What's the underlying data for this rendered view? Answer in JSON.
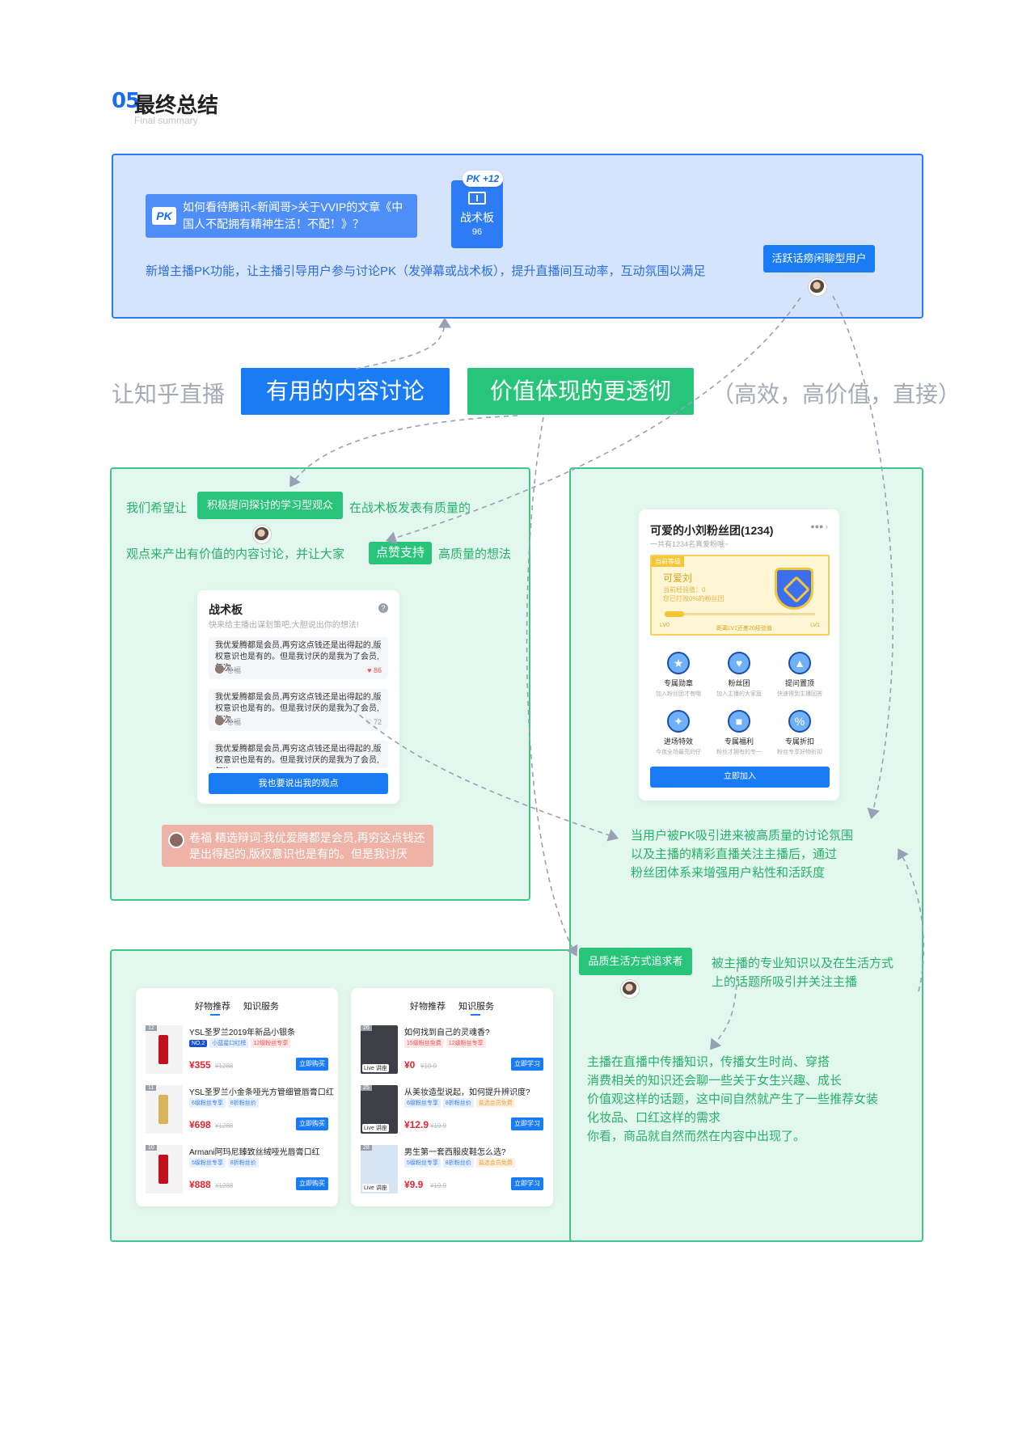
{
  "header": {
    "num": "05",
    "title": "最终总结",
    "subtitle": "Final summary"
  },
  "blue": {
    "pk_badge": "PK",
    "banner": "如何看待腾讯<新闻哥>关于VVIP的文章《中国人不配拥有精神生活！不配！》？",
    "pk_plus": "PK +12",
    "tactics_label": "战术板",
    "tactics_count": "96",
    "desc": "新增主播PK功能，让主播引导用户参与讨论PK（发弹幕或战术板），提升直播间互动率，互动氛围以满足",
    "tag": "活跃话痨闲聊型用户"
  },
  "slogan": {
    "pre": "让知乎直播",
    "useful": "有用的内容讨论",
    "value": "价值体现的更透彻",
    "post": "（高效，高价值，直接）"
  },
  "left": {
    "line1_pre": "我们希望让",
    "tag1": "积极提问探讨的学习型观众",
    "line1_post": "在战术板发表有质量的",
    "line2_pre": "观点来产出有价值的内容讨论，并让大家",
    "tag2": "点赞支持",
    "line2_post": "高质量的想法",
    "card": {
      "title": "战术板",
      "subtitle": "快来给主播出谋划策吧,大胆说出你的想法!",
      "help": "?",
      "items": [
        {
          "text": "我优爱腾都是会员,再穷这点钱还是出得起的,版权意识也是有的。但是我讨厌的是我为了会员,每次...",
          "user": "卷福",
          "likes": "86"
        },
        {
          "text": "我优爱腾都是会员,再穷这点钱还是出得起的,版权意识也是有的。但是我讨厌的是我为了会员,每次...",
          "user": "卷福",
          "likes": "72"
        },
        {
          "text": "我优爱腾都是会员,再穷这点钱还是出得起的,版权意识也是有的。但是我讨厌的是我为了会员,每次...",
          "user": "",
          "likes": ""
        }
      ],
      "button": "我也要说出我的观点"
    },
    "danmu": "卷福  精选辩词:我优爱腾都是会员,再穷这点钱还是出得起的,版权意识也是有的。但是我讨厌"
  },
  "right": {
    "card": {
      "title": "可爱的小刘粉丝团(1234)",
      "subtitle": "一共有1234名真爱粉哦~",
      "level_tag": "当前等级",
      "name": "可爱刘",
      "level_line1": "当前经验值：0",
      "level_line2": "您已打败0%的粉丝团",
      "l0": "LV0",
      "l1": "LV1",
      "mid": "距离LV1还差20经验值",
      "grid": [
        {
          "name": "专属勋章",
          "desc": "加入粉丝团才有哦"
        },
        {
          "name": "粉丝团",
          "desc": "加入主播的大家庭"
        },
        {
          "name": "提问置顶",
          "desc": "快速得到主播回答"
        },
        {
          "name": "进场特效",
          "desc": "今夜全场最亮的仔"
        },
        {
          "name": "专属福利",
          "desc": "粉丝才拥有的专一"
        },
        {
          "name": "专属折扣",
          "desc": "粉丝专享好物折扣"
        }
      ],
      "button": "立即加入"
    },
    "text": [
      "当用户被PK吸引进来被高质量的讨论氛围",
      "以及主播的精彩直播关注主播后，通过",
      "粉丝团体系来增强用户粘性和活跃度"
    ],
    "tag": "品质生活方式追求者",
    "tag_text": [
      "被主播的专业知识以及在生活方式",
      "上的话题所吸引并关注主播"
    ],
    "bottom_text": [
      "主播在直播中传播知识，传播女生时尚、穿搭",
      "消费相关的知识还会聊一些关于女生兴趣、成长",
      "价值观这样的话题，这中间自然就产生了一些推荐女装",
      "化妆品、口红这样的需求",
      "你看，商品就自然而然在内容中出现了。"
    ]
  },
  "goods": {
    "tab1": "好物推荐",
    "tab2": "知识服务",
    "items": [
      {
        "rank": "12",
        "name": "YSL圣罗兰2019年新品小银条",
        "chips": [
          "NO.2",
          "小蓝星口红榜",
          "12级粉丝专享"
        ],
        "price": "¥355",
        "old": "¥1288",
        "buy": "立即购买"
      },
      {
        "rank": "11",
        "name": "YSL圣罗兰小金条哑光方管细管唇膏口红",
        "chips": [
          "6级粉丝专享",
          "8折粉丝价"
        ],
        "price": "¥698",
        "old": "¥1288",
        "buy": "立即购买"
      },
      {
        "rank": "10",
        "name": "Armani阿玛尼臻致丝绒哑光唇膏口红",
        "chips": [
          "5级粉丝专享",
          "8折粉丝价"
        ],
        "price": "¥888",
        "old": "¥1288",
        "buy": "立即购买"
      }
    ],
    "knowledge": [
      {
        "rank": "26",
        "name": "如何找到自己的灵魂香?",
        "chips": [
          "15级粉丝免费",
          "12级粉丝专享"
        ],
        "price": "¥0",
        "old": "¥19.9",
        "buy": "立即学习",
        "live": "Live 讲座"
      },
      {
        "rank": "25",
        "name": "从美妆造型说起，如何提升辨识度?",
        "chips": [
          "6级粉丝专享",
          "8折粉丝价",
          "盐选会员免费"
        ],
        "price": "¥12.9",
        "old": "¥19.9",
        "buy": "立即学习",
        "live": "Live 讲座"
      },
      {
        "rank": "28",
        "name": "男生第一套西服皮鞋怎么选?",
        "chips": [
          "5级粉丝专享",
          "8折粉丝价",
          "盐选会员免费"
        ],
        "price": "¥9.9",
        "old": "¥19.9",
        "buy": "立即学习",
        "live": "Live 讲座"
      }
    ]
  },
  "colors": {
    "blue": "#1a7cf5",
    "green": "#27c47a",
    "blue_bg": "#d5e3fb",
    "green_bg": "#e2f8ee"
  }
}
